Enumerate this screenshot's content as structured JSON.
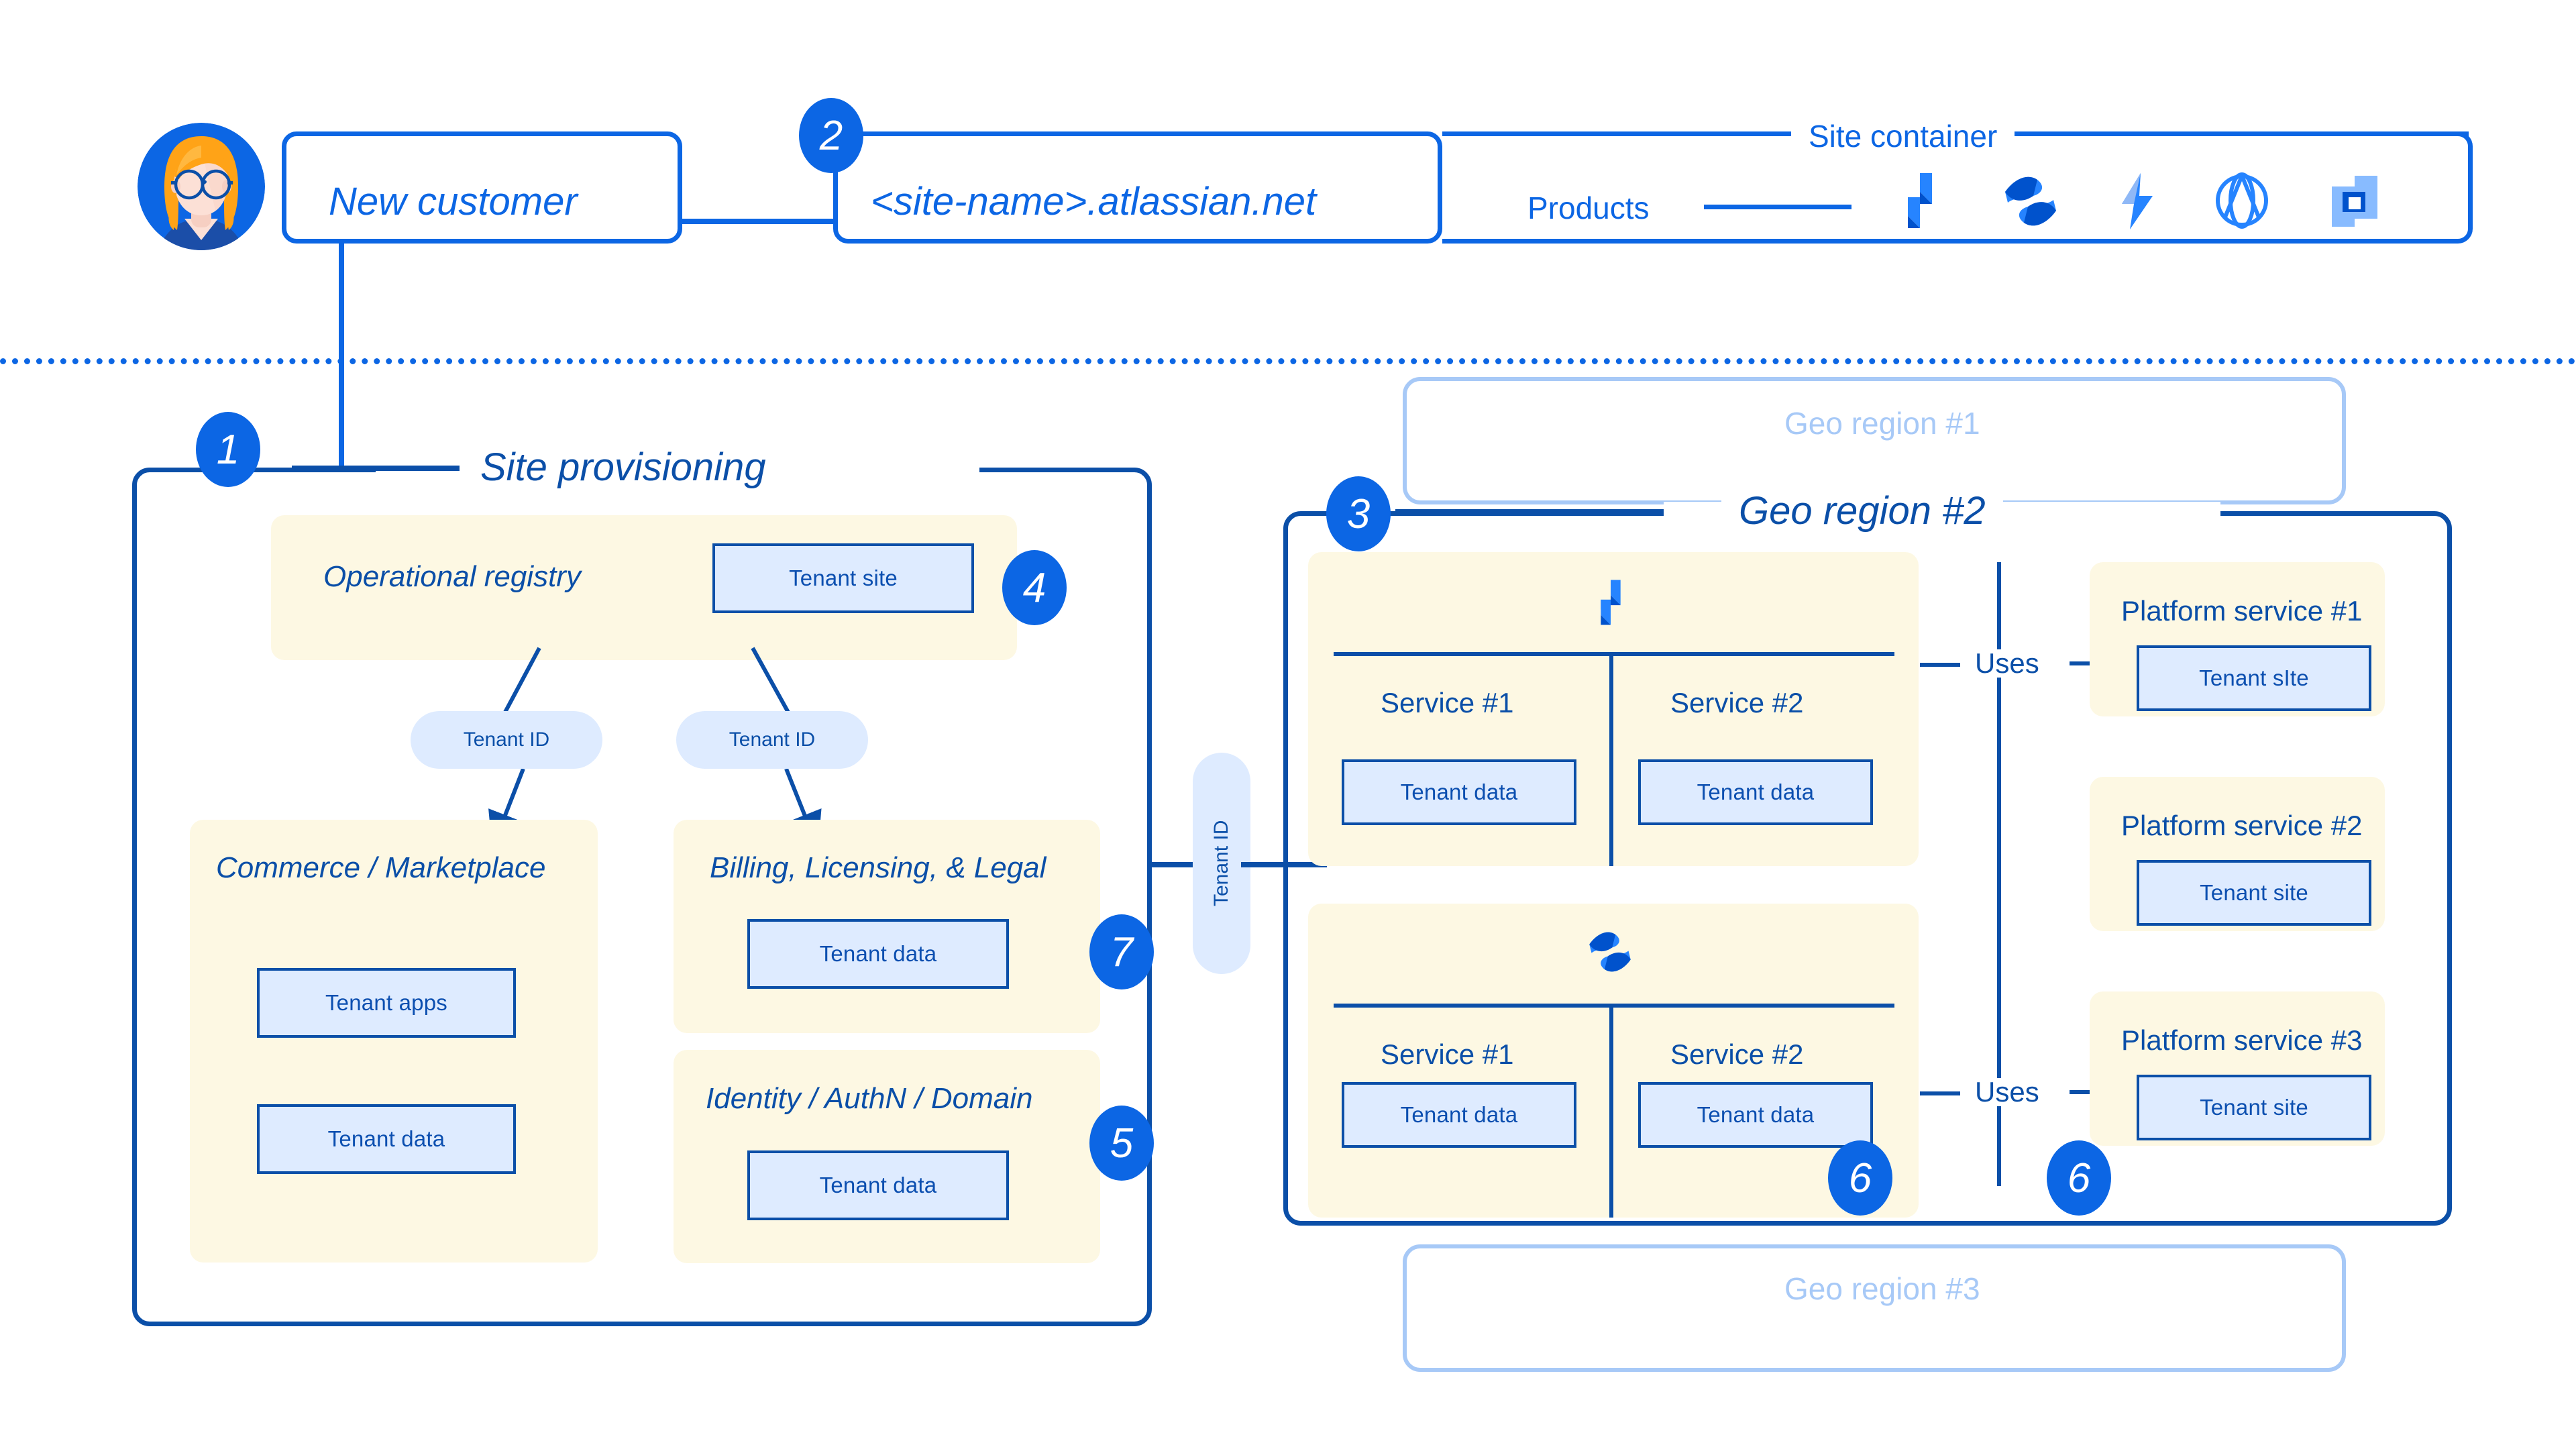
{
  "header": {
    "customer_label": "New customer",
    "site_url": "<site-name>.atlassian.net",
    "site_container_label": "Site container",
    "products_label": "Products",
    "product_icons": [
      "jira-icon",
      "confluence-icon",
      "jira-service-management-icon",
      "atlas-icon",
      "bitbucket-icon"
    ]
  },
  "badges": {
    "b1": "1",
    "b2": "2",
    "b3": "3",
    "b4": "4",
    "b5": "5",
    "b6a": "6",
    "b6b": "6",
    "b7": "7"
  },
  "site_provisioning": {
    "title": "Site provisioning",
    "operational_registry": {
      "title": "Operational registry",
      "tenant_site_label": "Tenant site"
    },
    "tenant_id_pills": [
      "Tenant ID",
      "Tenant ID"
    ],
    "commerce": {
      "title": "Commerce / Marketplace",
      "boxes": [
        "Tenant apps",
        "Tenant data"
      ]
    },
    "billing": {
      "title": "Billing, Licensing, & Legal",
      "boxes": [
        "Tenant data"
      ]
    },
    "identity": {
      "title": "Identity / AuthN / Domain",
      "boxes": [
        "Tenant data"
      ]
    }
  },
  "bridge": {
    "tenant_id_label": "Tenant ID"
  },
  "geo_regions": {
    "region1_label": "Geo region #1",
    "region2_label": "Geo region #2",
    "region3_label": "Geo region #3"
  },
  "region2": {
    "product_groups": [
      {
        "icon": "jira-icon",
        "services": [
          {
            "name": "Service #1",
            "box": "Tenant data"
          },
          {
            "name": "Service #2",
            "box": "Tenant data"
          }
        ]
      },
      {
        "icon": "confluence-icon",
        "services": [
          {
            "name": "Service #1",
            "box": "Tenant data"
          },
          {
            "name": "Service #2",
            "box": "Tenant data"
          }
        ]
      }
    ],
    "uses_labels": [
      "Uses",
      "Uses"
    ],
    "platform_services": [
      {
        "title": "Platform service #1",
        "box": "Tenant sIte"
      },
      {
        "title": "Platform service #2",
        "box": "Tenant site"
      },
      {
        "title": "Platform service #3",
        "box": "Tenant site"
      }
    ]
  },
  "colors": {
    "brand_blue": "#0C66E4",
    "navy": "#0B4FA8",
    "cream": "#FDF8E3",
    "pale_blue": "#DEEBFF",
    "ghost_blue": "#A7C9F7",
    "avatar_hair": "#FFA317",
    "avatar_skin": "#FCE0D6"
  }
}
